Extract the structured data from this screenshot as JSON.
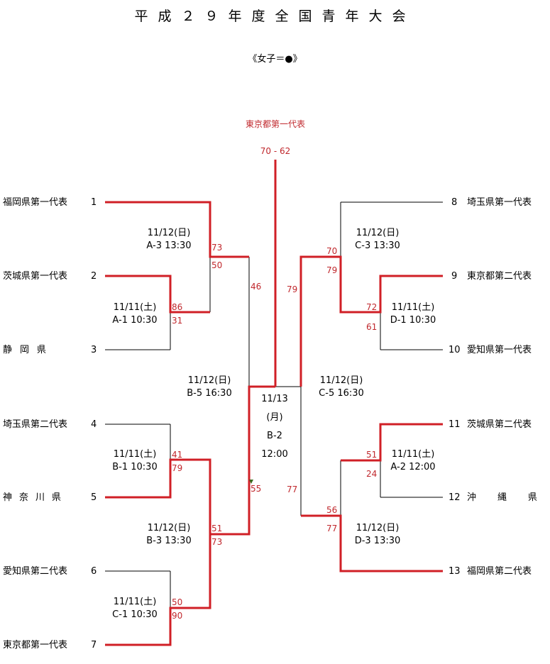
{
  "title": "平成２９年度全国青年大会",
  "subtitle": "《女子＝●》",
  "champion": {
    "label": "東京都第一代表",
    "score": "70 - 62"
  },
  "teams_left": [
    {
      "name": "福岡県第一代表",
      "num": "1"
    },
    {
      "name": "茨城県第一代表",
      "num": "2"
    },
    {
      "name": "静岡県",
      "num": "3"
    },
    {
      "name": "埼玉県第二代表",
      "num": "4"
    },
    {
      "name": "神奈川県",
      "num": "5"
    },
    {
      "name": "愛知県第二代表",
      "num": "6"
    },
    {
      "name": "東京都第一代表",
      "num": "7"
    }
  ],
  "teams_right": [
    {
      "name": "埼玉県第一代表",
      "num": "8"
    },
    {
      "name": "東京都第二代表",
      "num": "9"
    },
    {
      "name": "愛知県第一代表",
      "num": "10"
    },
    {
      "name": "茨城県第二代表",
      "num": "11"
    },
    {
      "name": "沖縄県",
      "num": "12"
    },
    {
      "name": "福岡県第二代表",
      "num": "13"
    }
  ],
  "matches": {
    "A1": {
      "date": "11/11(土)",
      "code": "A-1 10:30",
      "s1": "86",
      "s2": "31"
    },
    "B1": {
      "date": "11/11(土)",
      "code": "B-1 10:30",
      "s1": "41",
      "s2": "79"
    },
    "C1": {
      "date": "11/11(土)",
      "code": "C-1 10:30",
      "s1": "50",
      "s2": "90"
    },
    "D1": {
      "date": "11/11(土)",
      "code": "D-1 10:30",
      "s1": "72",
      "s2": "61"
    },
    "A2": {
      "date": "11/11(土)",
      "code": "A-2 12:00",
      "s1": "51",
      "s2": "24"
    },
    "A3": {
      "date": "11/12(日)",
      "code": "A-3 13:30",
      "s1": "73",
      "s2": "50"
    },
    "B3": {
      "date": "11/12(日)",
      "code": "B-3 13:30",
      "s1": "51",
      "s2": "73"
    },
    "C3": {
      "date": "11/12(日)",
      "code": "C-3 13:30",
      "s1": "70",
      "s2": "79"
    },
    "D3": {
      "date": "11/12(日)",
      "code": "D-3 13:30",
      "s1": "56",
      "s2": "77"
    },
    "B5": {
      "date": "11/12(日)",
      "code": "B-5 16:30",
      "s1": "46",
      "s2": "55"
    },
    "C5": {
      "date": "11/12(日)",
      "code": "C-5 16:30",
      "s1": "79",
      "s2": "77"
    },
    "final": {
      "date": "11/13",
      "day": "(月)",
      "code": "B-2",
      "time": "12:00"
    }
  },
  "colors": {
    "win_line": "#d01f26",
    "line": "#000000",
    "score": "#c0282d"
  }
}
